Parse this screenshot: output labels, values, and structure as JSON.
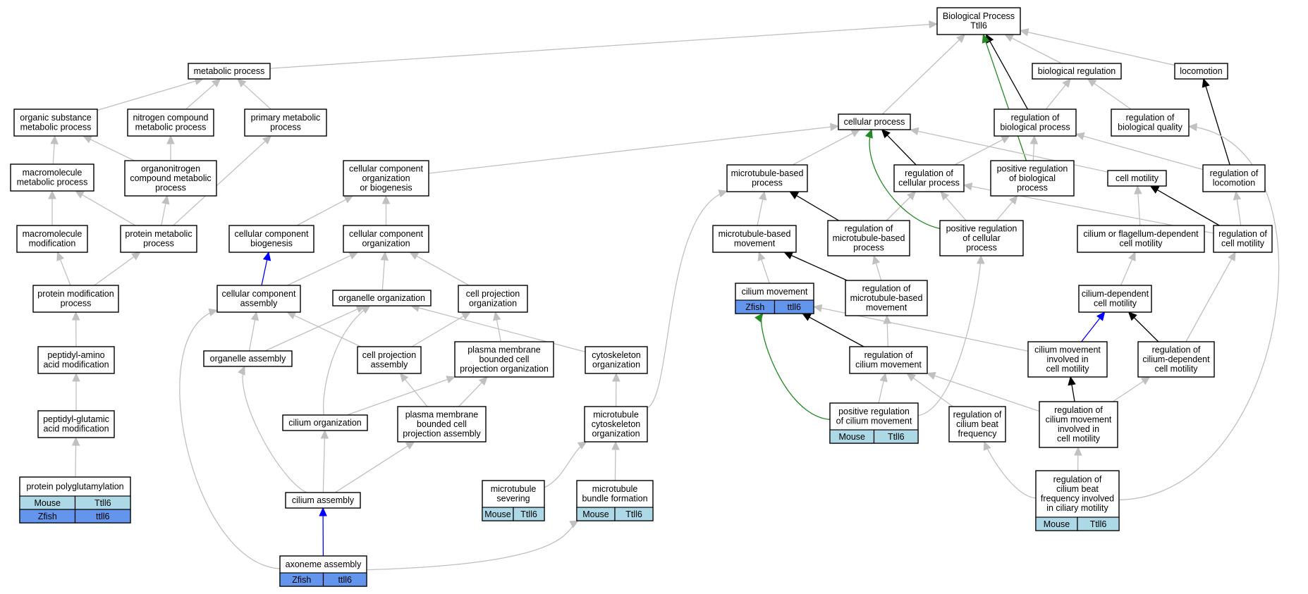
{
  "colors": {
    "edge_default": "#c0c0c0",
    "edge_black": "#000000",
    "edge_green": "#228b22",
    "edge_blue": "#0000ff",
    "cell_mouse": "#add8e6",
    "cell_zfish": "#6495ed"
  },
  "nodes": [
    {
      "id": "bp",
      "lines": [
        "Biological Process",
        "Ttll6"
      ]
    },
    {
      "id": "metabolic",
      "lines": [
        "metabolic process"
      ]
    },
    {
      "id": "orgsub",
      "lines": [
        "organic substance",
        "metabolic process"
      ]
    },
    {
      "id": "nitro",
      "lines": [
        "nitrogen compound",
        "metabolic process"
      ]
    },
    {
      "id": "primary",
      "lines": [
        "primary metabolic",
        "process"
      ]
    },
    {
      "id": "macro_met",
      "lines": [
        "macromolecule",
        "metabolic process"
      ]
    },
    {
      "id": "organonitro",
      "lines": [
        "organonitrogen",
        "compound metabolic",
        "process"
      ]
    },
    {
      "id": "macro_mod",
      "lines": [
        "macromolecule",
        "modification"
      ]
    },
    {
      "id": "protein_met",
      "lines": [
        "protein metabolic",
        "process"
      ]
    },
    {
      "id": "prot_mod",
      "lines": [
        "protein modification",
        "process"
      ]
    },
    {
      "id": "peptidyl_aa",
      "lines": [
        "peptidyl-amino",
        "acid modification"
      ]
    },
    {
      "id": "peptidyl_glu",
      "lines": [
        "peptidyl-glutamic",
        "acid modification"
      ]
    },
    {
      "id": "polyglu",
      "lines": [
        "protein polyglutamylation"
      ],
      "rows": [
        [
          "Mouse",
          "Ttll6",
          "mouse"
        ],
        [
          "Zfish",
          "ttll6",
          "zfish"
        ]
      ]
    },
    {
      "id": "ccob",
      "lines": [
        "cellular component",
        "organization",
        "or biogenesis"
      ]
    },
    {
      "id": "ccbio",
      "lines": [
        "cellular component",
        "biogenesis"
      ]
    },
    {
      "id": "ccorg",
      "lines": [
        "cellular component",
        "organization"
      ]
    },
    {
      "id": "ccassembly",
      "lines": [
        "cellular component",
        "assembly"
      ]
    },
    {
      "id": "organelle_org",
      "lines": [
        "organelle organization"
      ]
    },
    {
      "id": "cellproj_org",
      "lines": [
        "cell projection",
        "organization"
      ]
    },
    {
      "id": "organelle_asm",
      "lines": [
        "organelle assembly"
      ]
    },
    {
      "id": "cellproj_asm",
      "lines": [
        "cell projection",
        "assembly"
      ]
    },
    {
      "id": "pm_org",
      "lines": [
        "plasma membrane",
        "bounded cell",
        "projection organization"
      ]
    },
    {
      "id": "cytoskel_org",
      "lines": [
        "cytoskeleton",
        "organization"
      ]
    },
    {
      "id": "cilium_org",
      "lines": [
        "cilium organization"
      ]
    },
    {
      "id": "pm_asm",
      "lines": [
        "plasma membrane",
        "bounded cell",
        "projection assembly"
      ]
    },
    {
      "id": "mt_cytoskel",
      "lines": [
        "microtubule",
        "cytoskeleton",
        "organization"
      ]
    },
    {
      "id": "cilium_asm",
      "lines": [
        "cilium assembly"
      ]
    },
    {
      "id": "mt_sever",
      "lines": [
        "microtubule",
        "severing"
      ],
      "rows": [
        [
          "Mouse",
          "Ttll6",
          "mouse"
        ]
      ]
    },
    {
      "id": "mt_bundle",
      "lines": [
        "microtubule",
        "bundle formation"
      ],
      "rows": [
        [
          "Mouse",
          "Ttll6",
          "mouse"
        ]
      ]
    },
    {
      "id": "axoneme",
      "lines": [
        "axoneme assembly"
      ],
      "rows": [
        [
          "Zfish",
          "ttll6",
          "zfish"
        ]
      ]
    },
    {
      "id": "cellular",
      "lines": [
        "cellular process"
      ]
    },
    {
      "id": "bioreg",
      "lines": [
        "biological regulation"
      ]
    },
    {
      "id": "locomotion",
      "lines": [
        "locomotion"
      ]
    },
    {
      "id": "reg_bp",
      "lines": [
        "regulation of",
        "biological process"
      ]
    },
    {
      "id": "reg_bq",
      "lines": [
        "regulation of",
        "biological quality"
      ]
    },
    {
      "id": "mt_based",
      "lines": [
        "microtubule-based",
        "process"
      ]
    },
    {
      "id": "reg_cp",
      "lines": [
        "regulation of",
        "cellular process"
      ]
    },
    {
      "id": "pos_reg_bp",
      "lines": [
        "positive regulation",
        "of biological",
        "process"
      ]
    },
    {
      "id": "cell_motility",
      "lines": [
        "cell motility"
      ]
    },
    {
      "id": "reg_loco",
      "lines": [
        "regulation of",
        "locomotion"
      ]
    },
    {
      "id": "mt_move",
      "lines": [
        "microtubule-based",
        "movement"
      ]
    },
    {
      "id": "reg_mt_proc",
      "lines": [
        "regulation of",
        "microtubule-based",
        "process"
      ]
    },
    {
      "id": "pos_reg_cp",
      "lines": [
        "positive regulation",
        "of cellular",
        "process"
      ]
    },
    {
      "id": "cilia_flag",
      "lines": [
        "cilium or flagellum-dependent",
        "cell motility"
      ]
    },
    {
      "id": "reg_cell_mot",
      "lines": [
        "regulation of",
        "cell motility"
      ]
    },
    {
      "id": "cilium_move",
      "lines": [
        "cilium movement"
      ],
      "rows": [
        [
          "Zfish",
          "ttll6",
          "zfish"
        ]
      ]
    },
    {
      "id": "reg_mt_move",
      "lines": [
        "regulation of",
        "microtubule-based",
        "movement"
      ]
    },
    {
      "id": "cilium_dep",
      "lines": [
        "cilium-dependent",
        "cell motility"
      ]
    },
    {
      "id": "reg_cilium_move",
      "lines": [
        "regulation of",
        "cilium movement"
      ]
    },
    {
      "id": "cm_involved",
      "lines": [
        "cilium movement",
        "involved in",
        "cell motility"
      ]
    },
    {
      "id": "reg_cilium_dep",
      "lines": [
        "regulation of",
        "cilium-dependent",
        "cell motility"
      ]
    },
    {
      "id": "pos_reg_cilium",
      "lines": [
        "positive regulation",
        "of cilium movement"
      ],
      "rows": [
        [
          "Mouse",
          "Ttll6",
          "mouse"
        ]
      ]
    },
    {
      "id": "reg_beat",
      "lines": [
        "regulation of",
        "cilium beat",
        "frequency"
      ]
    },
    {
      "id": "reg_cm_involved",
      "lines": [
        "regulation of",
        "cilium movement",
        "involved in",
        "cell motility"
      ]
    },
    {
      "id": "reg_beat_cil",
      "lines": [
        "regulation of",
        "cilium beat",
        "frequency involved",
        "in ciliary motility"
      ],
      "rows": [
        [
          "Mouse",
          "Ttll6",
          "mouse"
        ]
      ]
    }
  ],
  "edges": [
    {
      "from": "metabolic",
      "to": "bp",
      "color": "gray"
    },
    {
      "from": "cellular",
      "to": "bp",
      "color": "gray"
    },
    {
      "from": "reg_bp",
      "to": "bp",
      "color": "black"
    },
    {
      "from": "pos_reg_bp",
      "to": "bp",
      "color": "green"
    },
    {
      "from": "bioreg",
      "to": "bp",
      "color": "gray"
    },
    {
      "from": "locomotion",
      "to": "bp",
      "color": "gray"
    },
    {
      "from": "orgsub",
      "to": "metabolic",
      "color": "gray"
    },
    {
      "from": "nitro",
      "to": "metabolic",
      "color": "gray"
    },
    {
      "from": "primary",
      "to": "metabolic",
      "color": "gray"
    },
    {
      "from": "macro_met",
      "to": "orgsub",
      "color": "gray"
    },
    {
      "from": "organonitro",
      "to": "orgsub",
      "color": "gray"
    },
    {
      "from": "organonitro",
      "to": "nitro",
      "color": "gray"
    },
    {
      "from": "macro_mod",
      "to": "macro_met",
      "color": "gray"
    },
    {
      "from": "protein_met",
      "to": "macro_met",
      "color": "gray"
    },
    {
      "from": "protein_met",
      "to": "organonitro",
      "color": "gray"
    },
    {
      "from": "protein_met",
      "to": "primary",
      "color": "gray"
    },
    {
      "from": "prot_mod",
      "to": "macro_mod",
      "color": "gray"
    },
    {
      "from": "prot_mod",
      "to": "protein_met",
      "color": "gray"
    },
    {
      "from": "peptidyl_aa",
      "to": "prot_mod",
      "color": "gray"
    },
    {
      "from": "peptidyl_glu",
      "to": "peptidyl_aa",
      "color": "gray"
    },
    {
      "from": "polyglu",
      "to": "peptidyl_glu",
      "color": "gray"
    },
    {
      "from": "ccob",
      "to": "cellular",
      "color": "gray"
    },
    {
      "from": "ccbio",
      "to": "ccob",
      "color": "gray"
    },
    {
      "from": "ccorg",
      "to": "ccob",
      "color": "gray"
    },
    {
      "from": "ccassembly",
      "to": "ccbio",
      "color": "blue"
    },
    {
      "from": "ccassembly",
      "to": "ccorg",
      "color": "gray"
    },
    {
      "from": "organelle_org",
      "to": "ccorg",
      "color": "gray"
    },
    {
      "from": "cellproj_org",
      "to": "ccorg",
      "color": "gray"
    },
    {
      "from": "organelle_asm",
      "to": "ccassembly",
      "color": "gray"
    },
    {
      "from": "organelle_asm",
      "to": "organelle_org",
      "color": "gray"
    },
    {
      "from": "cellproj_asm",
      "to": "ccassembly",
      "color": "gray"
    },
    {
      "from": "cellproj_asm",
      "to": "cellproj_org",
      "color": "gray"
    },
    {
      "from": "pm_org",
      "to": "cellproj_org",
      "color": "gray"
    },
    {
      "from": "cytoskel_org",
      "to": "organelle_org",
      "color": "gray"
    },
    {
      "from": "cilium_org",
      "to": "organelle_org",
      "color": "gray",
      "curve": true
    },
    {
      "from": "cilium_org",
      "to": "pm_org",
      "color": "gray"
    },
    {
      "from": "pm_asm",
      "to": "pm_org",
      "color": "gray"
    },
    {
      "from": "pm_asm",
      "to": "cellproj_asm",
      "color": "gray"
    },
    {
      "from": "mt_cytoskel",
      "to": "cytoskel_org",
      "color": "gray"
    },
    {
      "from": "mt_cytoskel",
      "to": "mt_based",
      "color": "gray",
      "curve": true
    },
    {
      "from": "cilium_asm",
      "to": "organelle_asm",
      "color": "gray",
      "curve": true
    },
    {
      "from": "cilium_asm",
      "to": "cilium_org",
      "color": "gray"
    },
    {
      "from": "cilium_asm",
      "to": "pm_asm",
      "color": "gray"
    },
    {
      "from": "mt_sever",
      "to": "mt_cytoskel",
      "color": "gray",
      "curve": true
    },
    {
      "from": "mt_bundle",
      "to": "mt_cytoskel",
      "color": "gray"
    },
    {
      "from": "axoneme",
      "to": "cilium_asm",
      "color": "blue"
    },
    {
      "from": "axoneme",
      "to": "mt_bundle",
      "color": "gray",
      "curve": true
    },
    {
      "from": "axoneme",
      "to": "ccassembly",
      "color": "gray",
      "curve": true
    },
    {
      "from": "reg_bp",
      "to": "bioreg",
      "color": "gray"
    },
    {
      "from": "reg_bq",
      "to": "bioreg",
      "color": "gray"
    },
    {
      "from": "mt_based",
      "to": "cellular",
      "color": "gray"
    },
    {
      "from": "reg_cp",
      "to": "cellular",
      "color": "black"
    },
    {
      "from": "reg_cp",
      "to": "reg_bp",
      "color": "gray"
    },
    {
      "from": "pos_reg_bp",
      "to": "reg_bp",
      "color": "gray"
    },
    {
      "from": "cell_motility",
      "to": "cellular",
      "color": "gray"
    },
    {
      "from": "reg_loco",
      "to": "reg_bp",
      "color": "gray"
    },
    {
      "from": "reg_loco",
      "to": "locomotion",
      "color": "black"
    },
    {
      "from": "mt_move",
      "to": "mt_based",
      "color": "gray"
    },
    {
      "from": "reg_mt_proc",
      "to": "mt_based",
      "color": "black"
    },
    {
      "from": "reg_mt_proc",
      "to": "reg_cp",
      "color": "gray"
    },
    {
      "from": "pos_reg_cp",
      "to": "reg_cp",
      "color": "gray"
    },
    {
      "from": "pos_reg_cp",
      "to": "pos_reg_bp",
      "color": "gray"
    },
    {
      "from": "pos_reg_cp",
      "to": "cellular",
      "color": "green",
      "curve": true
    },
    {
      "from": "cilia_flag",
      "to": "cell_motility",
      "color": "gray"
    },
    {
      "from": "reg_cell_mot",
      "to": "cell_motility",
      "color": "black"
    },
    {
      "from": "reg_cell_mot",
      "to": "reg_loco",
      "color": "gray"
    },
    {
      "from": "reg_cell_mot",
      "to": "reg_cp",
      "color": "gray"
    },
    {
      "from": "cilium_move",
      "to": "mt_move",
      "color": "gray"
    },
    {
      "from": "reg_mt_move",
      "to": "mt_move",
      "color": "black"
    },
    {
      "from": "reg_mt_move",
      "to": "reg_mt_proc",
      "color": "gray"
    },
    {
      "from": "cilium_dep",
      "to": "cilia_flag",
      "color": "gray"
    },
    {
      "from": "reg_cilium_move",
      "to": "cilium_move",
      "color": "black"
    },
    {
      "from": "reg_cilium_move",
      "to": "reg_mt_move",
      "color": "gray"
    },
    {
      "from": "cm_involved",
      "to": "cilium_dep",
      "color": "blue"
    },
    {
      "from": "cm_involved",
      "to": "cilium_move",
      "color": "gray"
    },
    {
      "from": "reg_cilium_dep",
      "to": "cilium_dep",
      "color": "black"
    },
    {
      "from": "reg_cilium_dep",
      "to": "reg_cell_mot",
      "color": "gray"
    },
    {
      "from": "pos_reg_cilium",
      "to": "reg_cilium_move",
      "color": "gray"
    },
    {
      "from": "pos_reg_cilium",
      "to": "cilium_move",
      "color": "green",
      "curve": true
    },
    {
      "from": "pos_reg_cilium",
      "to": "pos_reg_cp",
      "color": "gray",
      "curve": true
    },
    {
      "from": "reg_beat",
      "to": "reg_cilium_move",
      "color": "gray"
    },
    {
      "from": "reg_cm_involved",
      "to": "cm_involved",
      "color": "black"
    },
    {
      "from": "reg_cm_involved",
      "to": "reg_cilium_move",
      "color": "gray"
    },
    {
      "from": "reg_cm_involved",
      "to": "reg_cilium_dep",
      "color": "gray"
    },
    {
      "from": "reg_beat_cil",
      "to": "reg_cm_involved",
      "color": "gray"
    },
    {
      "from": "reg_beat_cil",
      "to": "reg_beat",
      "color": "gray",
      "curve": true
    },
    {
      "from": "reg_beat_cil",
      "to": "reg_bq",
      "color": "gray",
      "curve": true
    }
  ]
}
